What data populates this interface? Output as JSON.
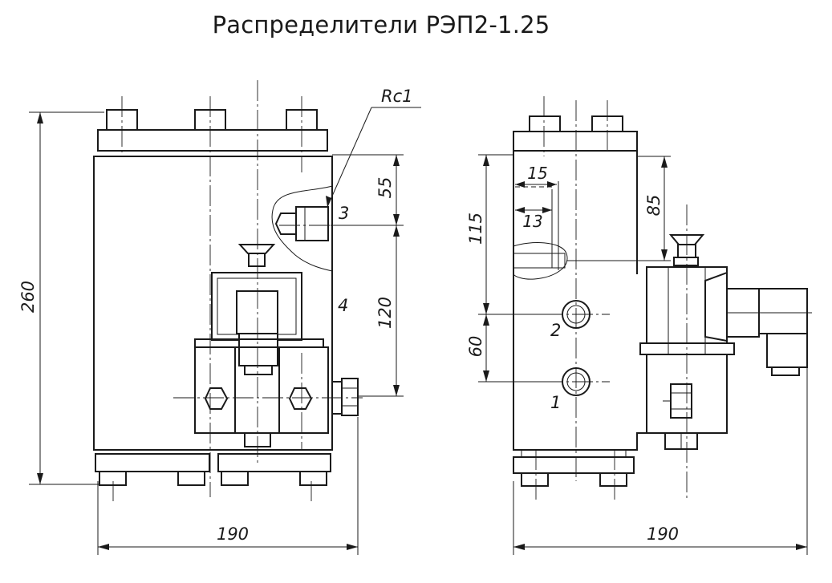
{
  "title": "Распределители РЭП2-1.25",
  "labels": {
    "rc1": "Rc1",
    "part_3": "3",
    "part_4": "4",
    "part_2": "2",
    "part_1": "1"
  },
  "dimensions": {
    "left_height_total": "260",
    "left_top_to_port3": "55",
    "left_port3_to_port": "120",
    "left_width": "190",
    "right_top_to_axis": "115",
    "right_port_spacing": "60",
    "right_depth_15": "15",
    "right_depth_13": "13",
    "right_top_to_slot": "85",
    "right_width": "190"
  }
}
